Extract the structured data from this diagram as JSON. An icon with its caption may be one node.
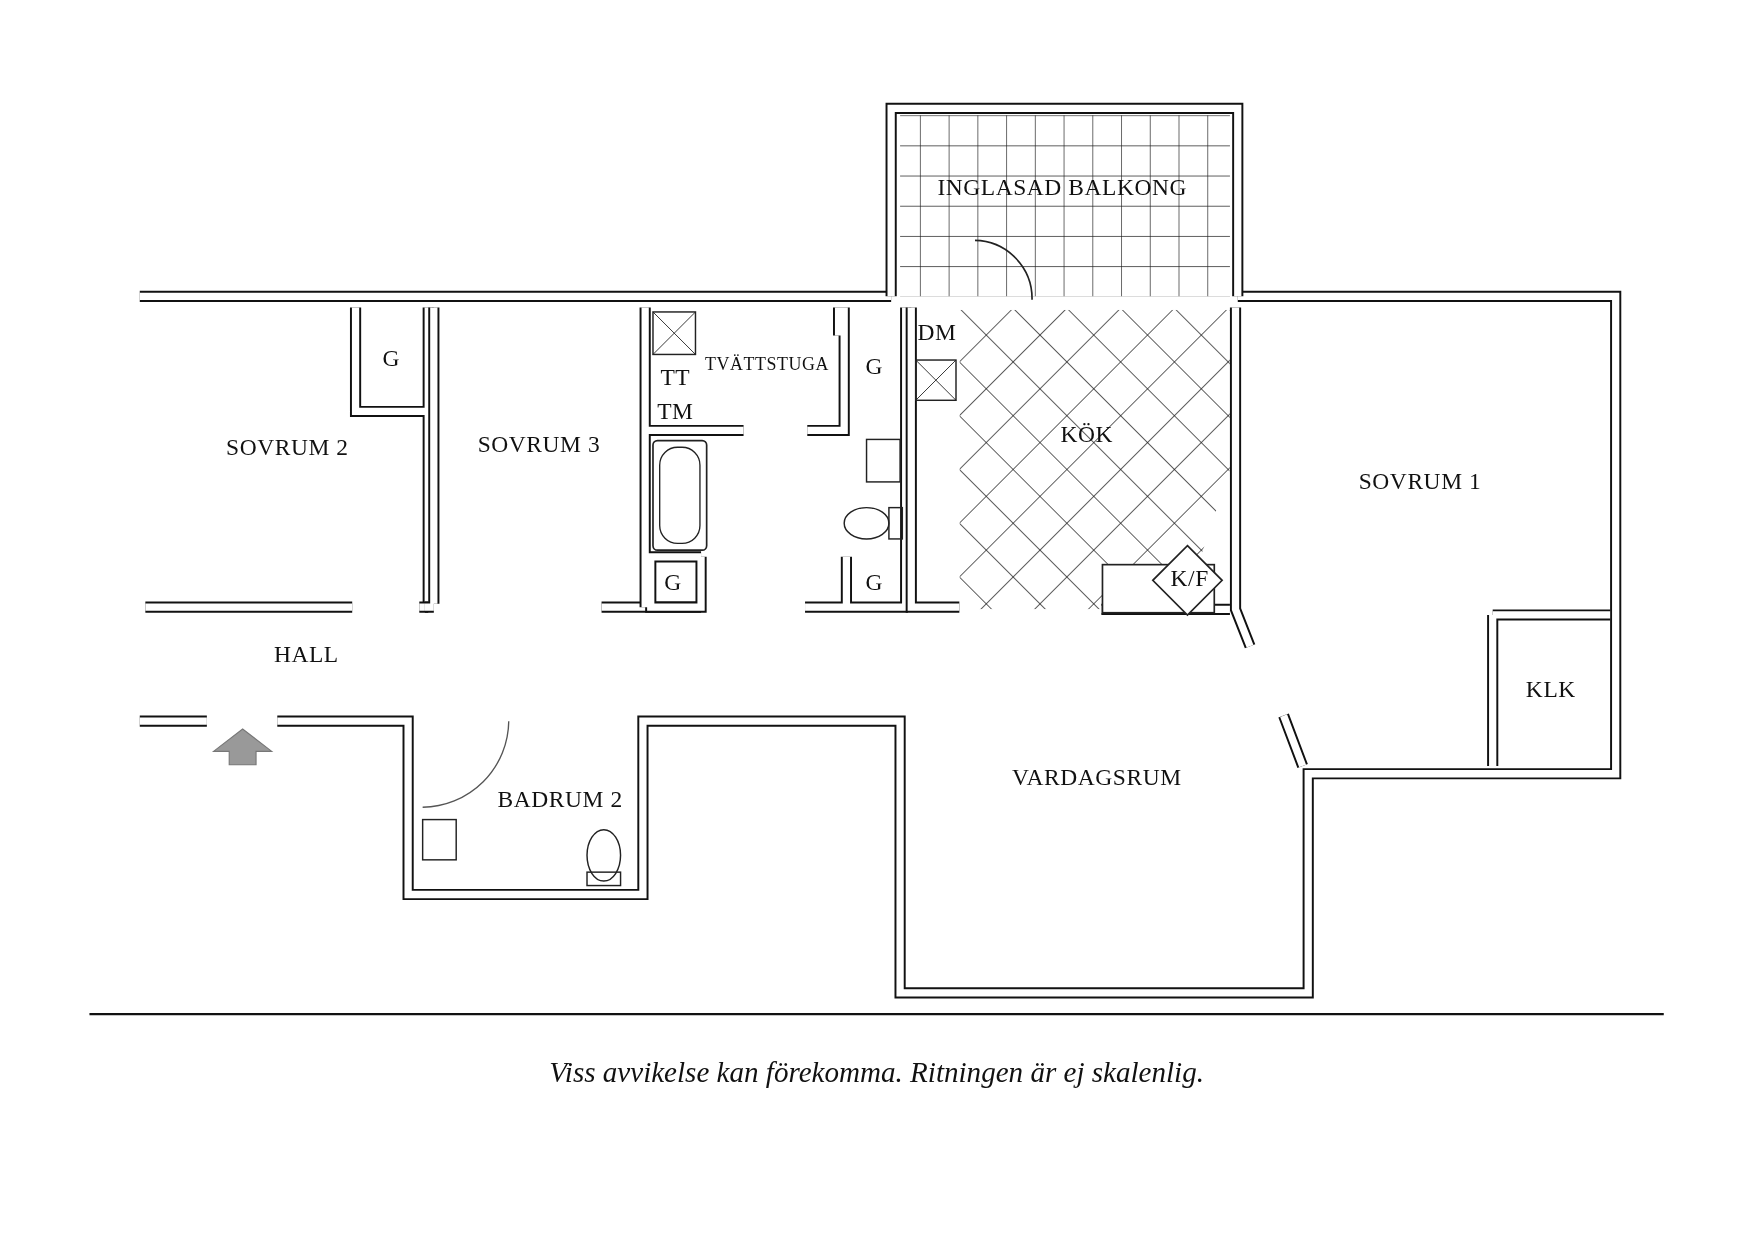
{
  "diagram": {
    "caption": "Viss avvikelse kan förekomma. Ritningen är ej skalenlig.",
    "labels": [
      "INGLASAD BALKONG",
      "DM",
      "G",
      "TVÄTTSTUGA",
      "G",
      "TT",
      "TM",
      "KÖK",
      "SOVRUM 3",
      "SOVRUM 2",
      "SOVRUM 1",
      "K/F",
      "G",
      "G",
      "HALL",
      "KLK",
      "VARDAGSRUM",
      "BADRUM 2"
    ]
  }
}
